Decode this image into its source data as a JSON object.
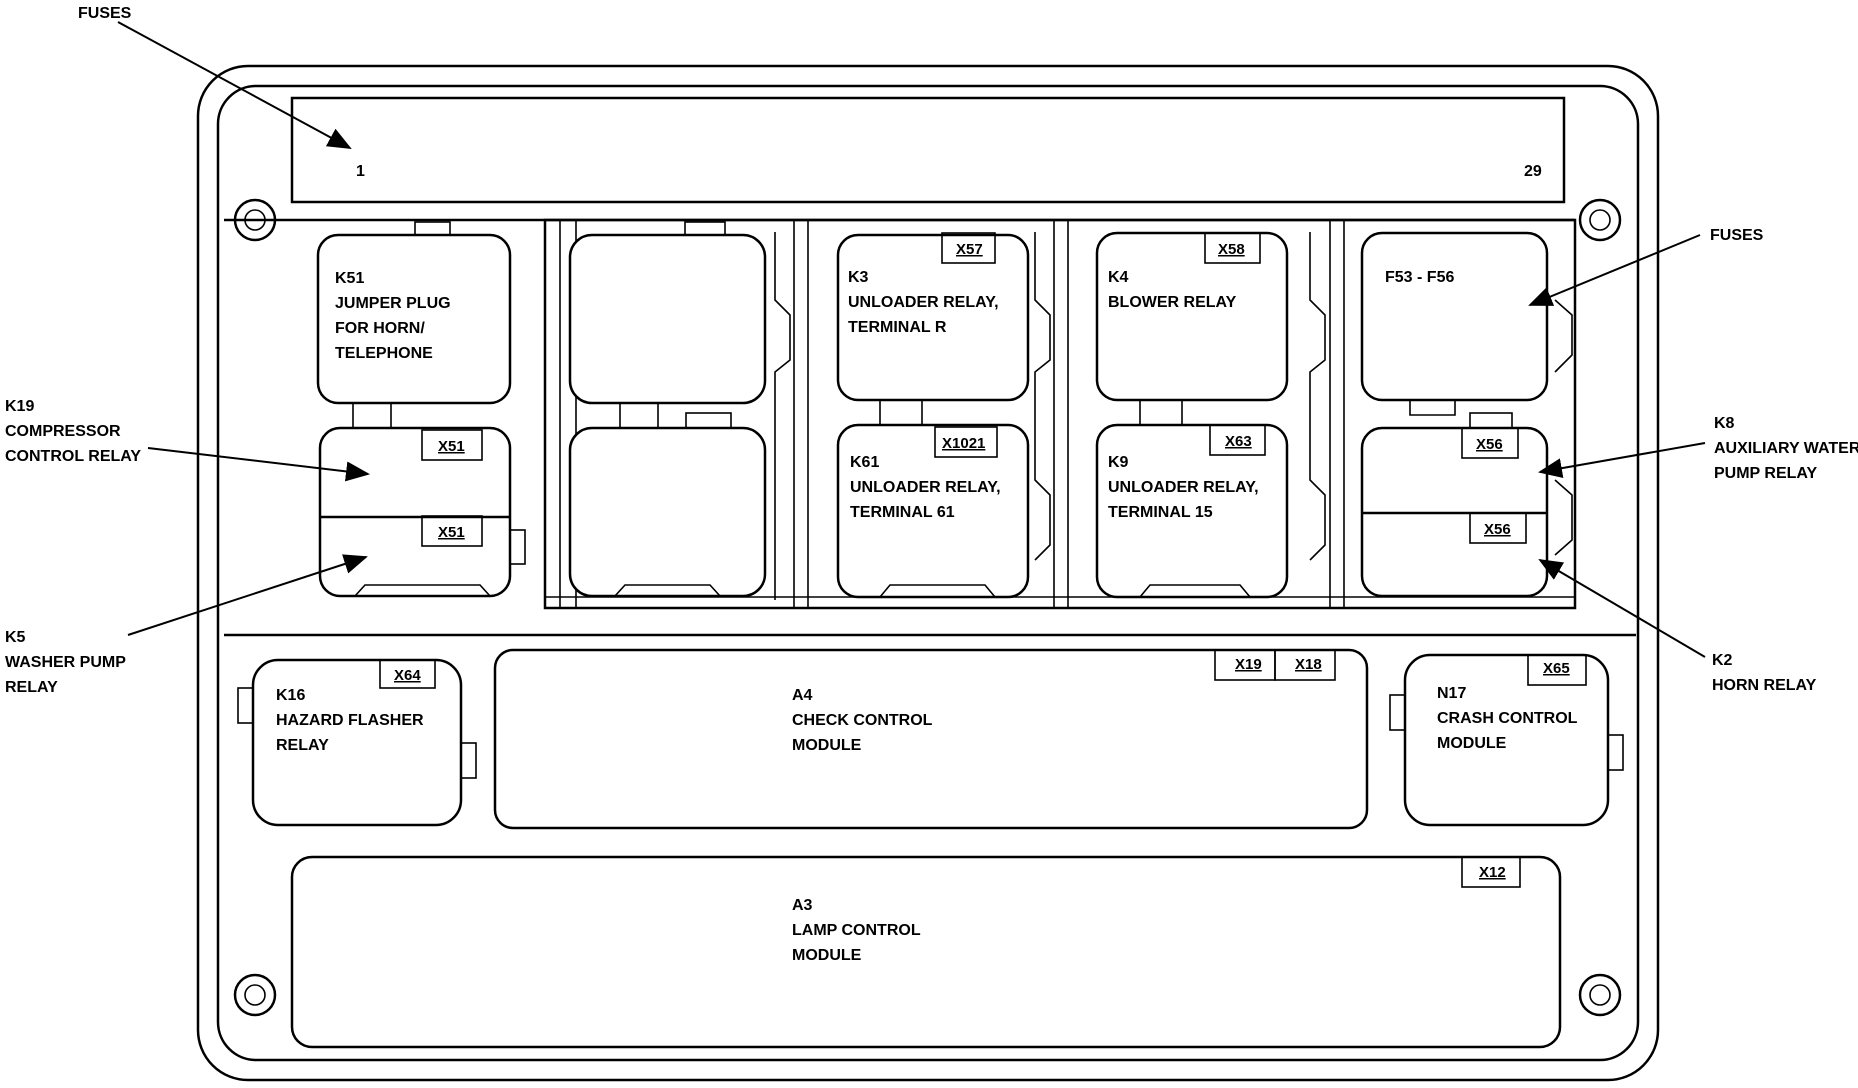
{
  "callouts": {
    "fuses_top": "FUSES",
    "fuses_right": "FUSES",
    "k19": [
      "K19",
      "COMPRESSOR",
      "CONTROL RELAY"
    ],
    "k5": [
      "K5",
      "WASHER PUMP",
      "RELAY"
    ],
    "k8": [
      "K8",
      "AUXILIARY WATER",
      "PUMP RELAY"
    ],
    "k2": [
      "K2",
      "HORN RELAY"
    ]
  },
  "fuse_strip": {
    "first": "1",
    "last": "29"
  },
  "components": {
    "k51": [
      "K51",
      "JUMPER PLUG",
      "FOR HORN/",
      "TELEPHONE"
    ],
    "k3": [
      "K3",
      "UNLOADER RELAY,",
      "TERMINAL R"
    ],
    "k4": [
      "K4",
      "BLOWER RELAY"
    ],
    "f53": [
      "F53 - F56"
    ],
    "k61": [
      "K61",
      "UNLOADER RELAY,",
      "TERMINAL 61"
    ],
    "k9": [
      "K9",
      "UNLOADER RELAY,",
      "TERMINAL 15"
    ],
    "k16": [
      "K16",
      "HAZARD FLASHER",
      "RELAY"
    ],
    "a4": [
      "A4",
      "CHECK CONTROL",
      "MODULE"
    ],
    "n17": [
      "N17",
      "CRASH CONTROL",
      "MODULE"
    ],
    "a3": [
      "A3",
      "LAMP CONTROL",
      "MODULE"
    ]
  },
  "connectors": {
    "x57": "X57",
    "x58": "X58",
    "x51a": "X51",
    "x51b": "X51",
    "x1021": "X1021",
    "x63": "X63",
    "x56a": "X56",
    "x56b": "X56",
    "x64": "X64",
    "x19": "X19",
    "x18": "X18",
    "x65": "X65",
    "x12": "X12"
  }
}
